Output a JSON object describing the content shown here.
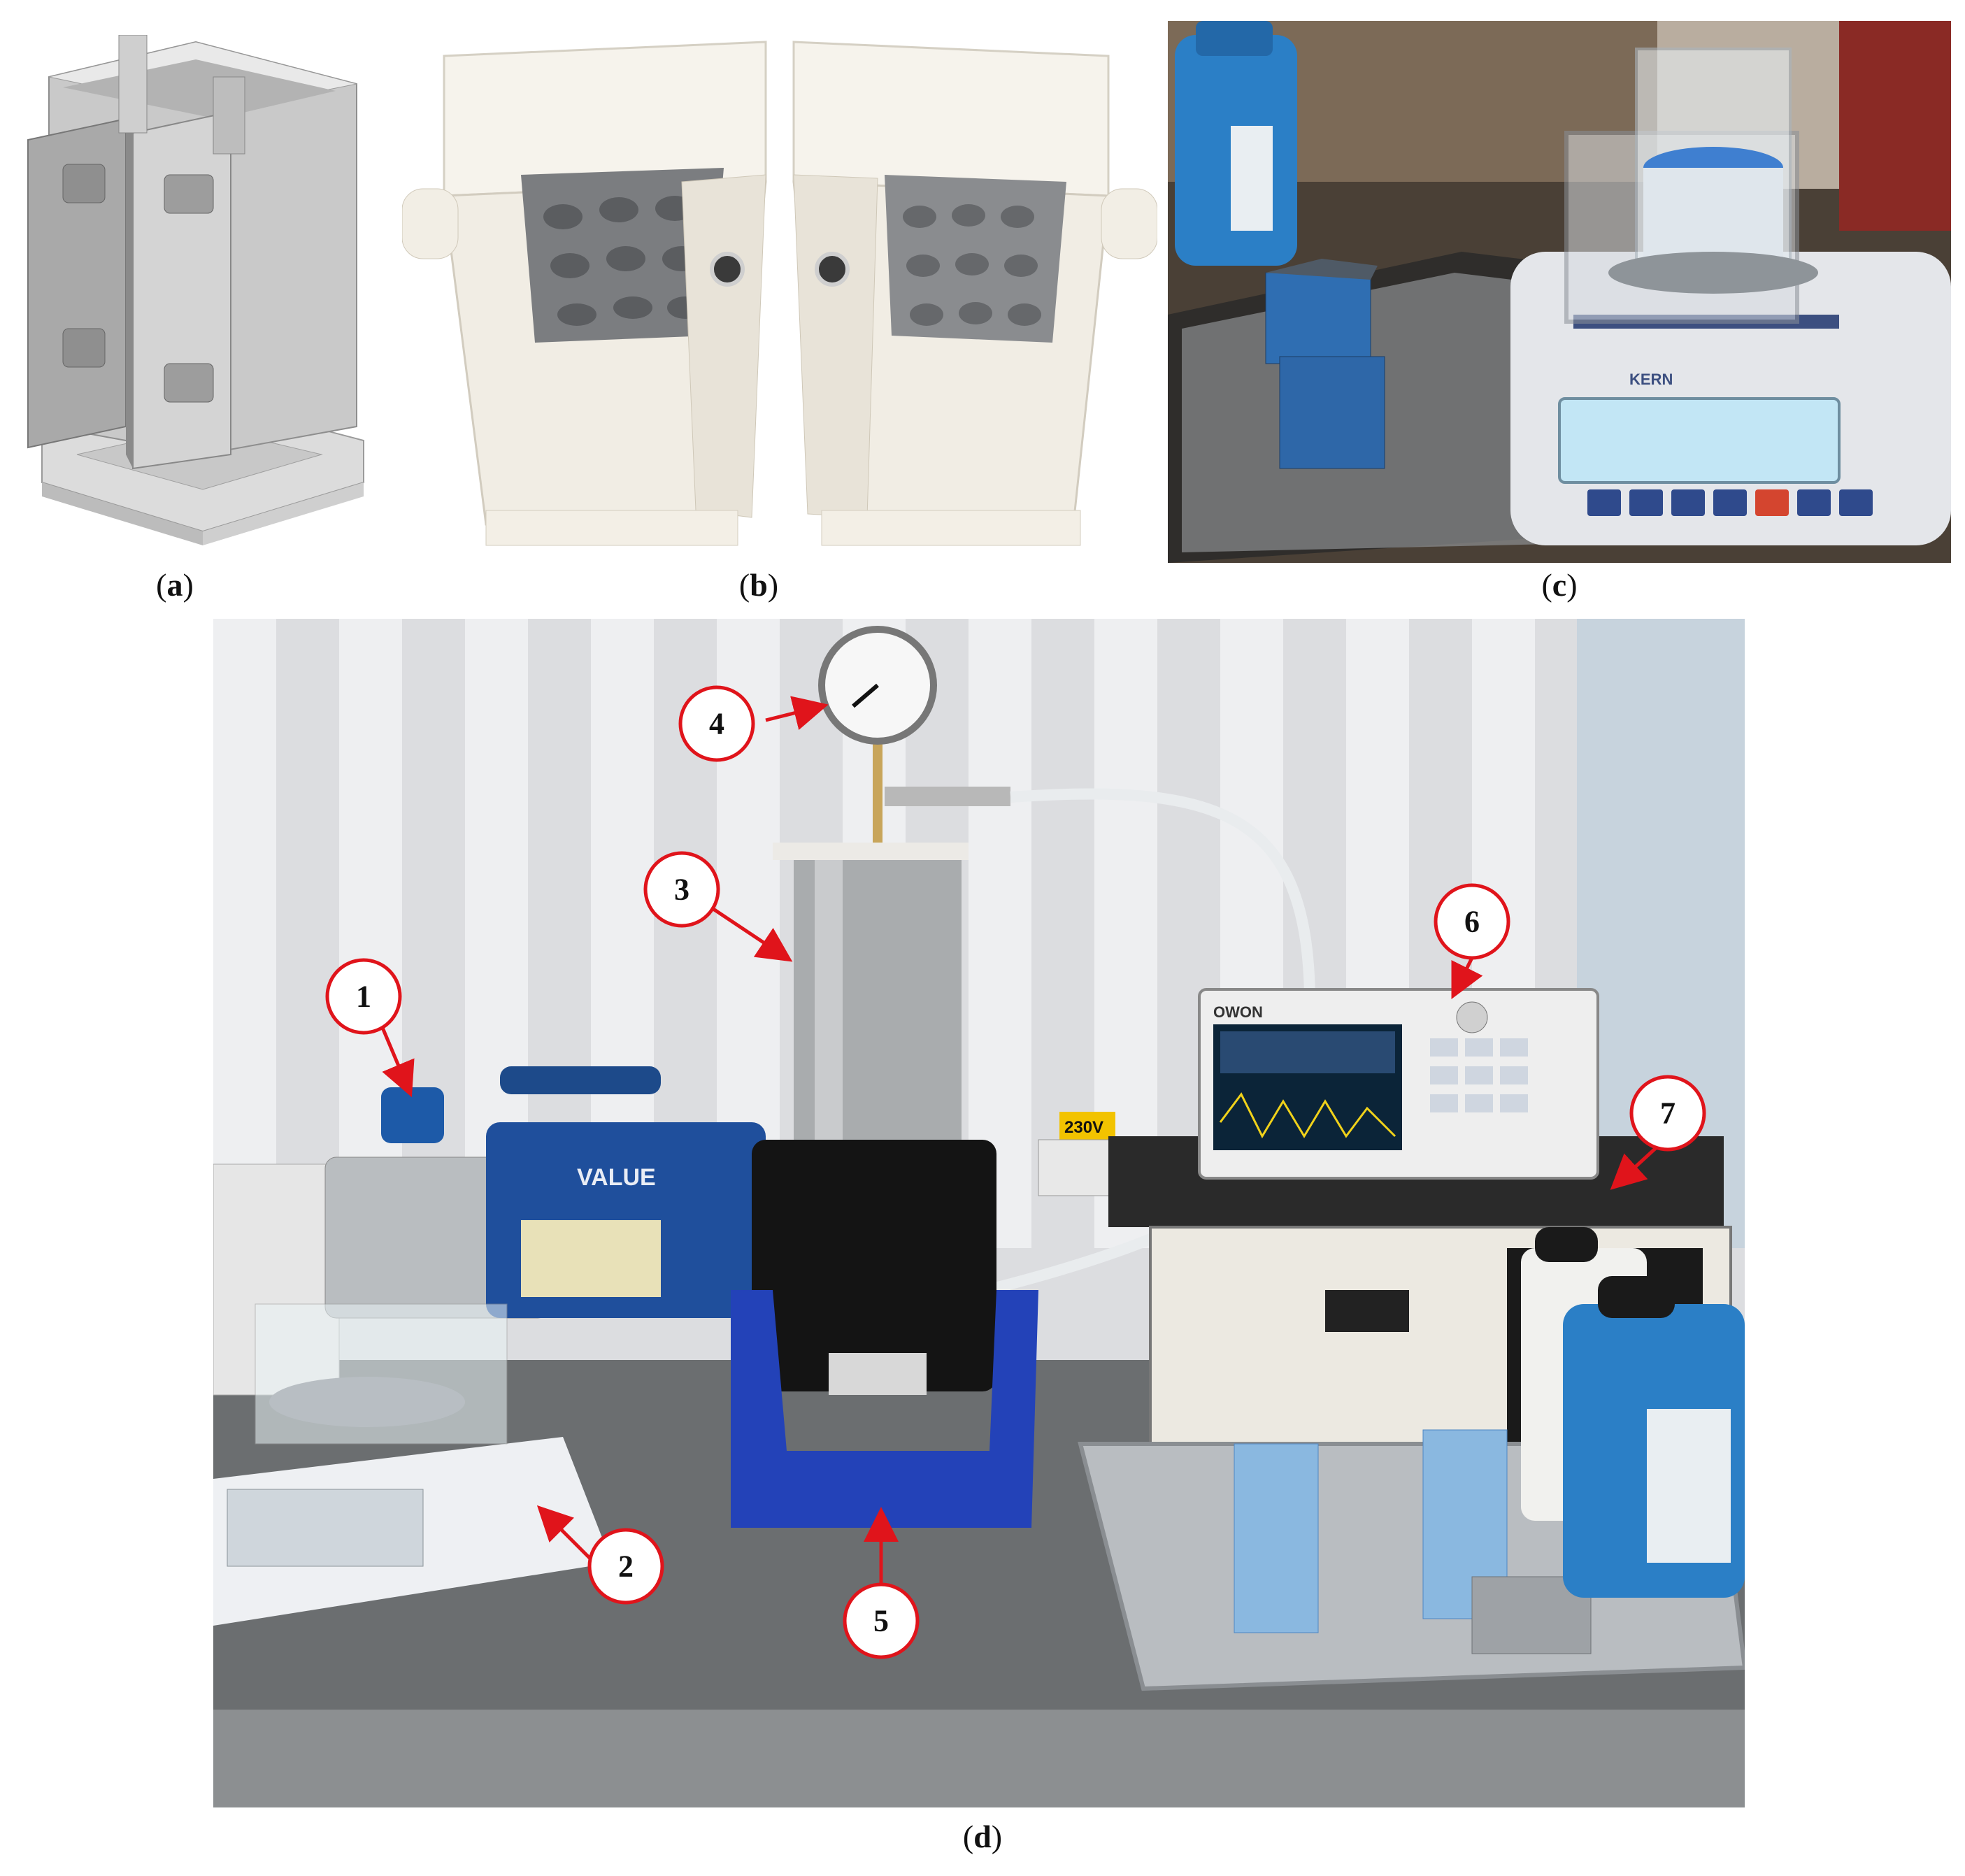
{
  "figure": {
    "panels": [
      {
        "id": "a",
        "caption": "(a)",
        "content": "cad-render-of-mold-assembly"
      },
      {
        "id": "b",
        "caption": "(b)",
        "content": "printed-molds-with-gyroid-lattice"
      },
      {
        "id": "c",
        "caption": "(c)",
        "content": "specimen-weighing-on-balance"
      },
      {
        "id": "d",
        "caption": "(d)",
        "content": "vacuum-infiltration-setup"
      }
    ],
    "callouts": [
      {
        "number": "1",
        "target": "vacuum-pump-oil-cap"
      },
      {
        "number": "2",
        "target": "precision-balance"
      },
      {
        "number": "3",
        "target": "vacuum-chamber-cylinder"
      },
      {
        "number": "4",
        "target": "pressure-gauge"
      },
      {
        "number": "5",
        "target": "chamber-base-stand"
      },
      {
        "number": "6",
        "target": "signal-generator"
      },
      {
        "number": "7",
        "target": "power-amplifier"
      }
    ],
    "embedded_text": {
      "pump_brand": "VALUE",
      "voltage_sign": "230V",
      "balance_brand": "KERN",
      "generator_brand": "OWON"
    },
    "colors": {
      "callout_red": "#e0141b",
      "cad_gray": "#bdbdbd",
      "mold_white": "#f4f1ea",
      "pump_blue": "#1f4f9c",
      "stand_blue": "#2342b8",
      "bottle_blue": "#2b7fc6",
      "chamber_steel": "#a9acae",
      "chamber_black": "#141414"
    }
  }
}
